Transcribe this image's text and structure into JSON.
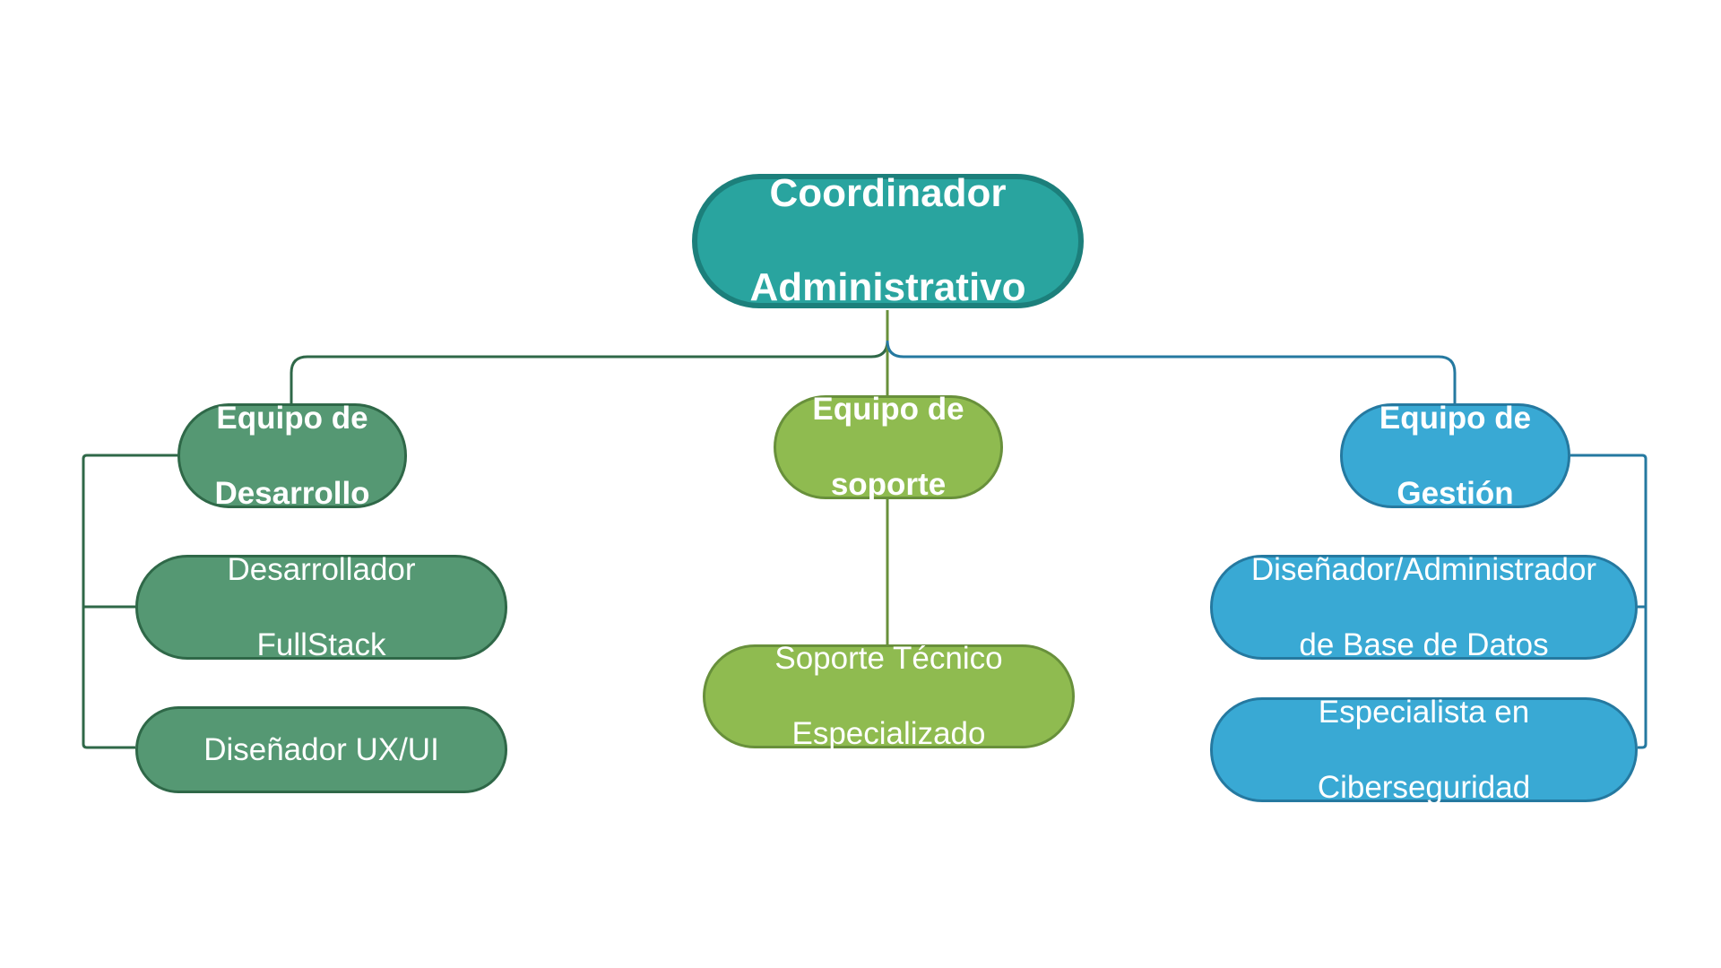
{
  "root": {
    "line1": "Coordinador",
    "line2": "Administrativo",
    "color": "#29a49f"
  },
  "teams": {
    "development": {
      "line1": "Equipo de",
      "line2": "Desarrollo",
      "color": "#559873",
      "roles": [
        {
          "line1": "Desarrollador",
          "line2": "FullStack"
        },
        {
          "line1": "Diseñador UX/UI",
          "line2": ""
        }
      ]
    },
    "support": {
      "line1": "Equipo de",
      "line2": "soporte",
      "color": "#8fbb50",
      "roles": [
        {
          "line1": "Soporte Técnico",
          "line2": "Especializado"
        }
      ]
    },
    "management": {
      "line1": "Equipo de",
      "line2": "Gestión",
      "color": "#39a9d4",
      "roles": [
        {
          "line1": "Diseñador/Administrador",
          "line2": "de Base de Datos"
        },
        {
          "line1": "Especialista en",
          "line2": "Ciberseguridad"
        }
      ]
    }
  }
}
